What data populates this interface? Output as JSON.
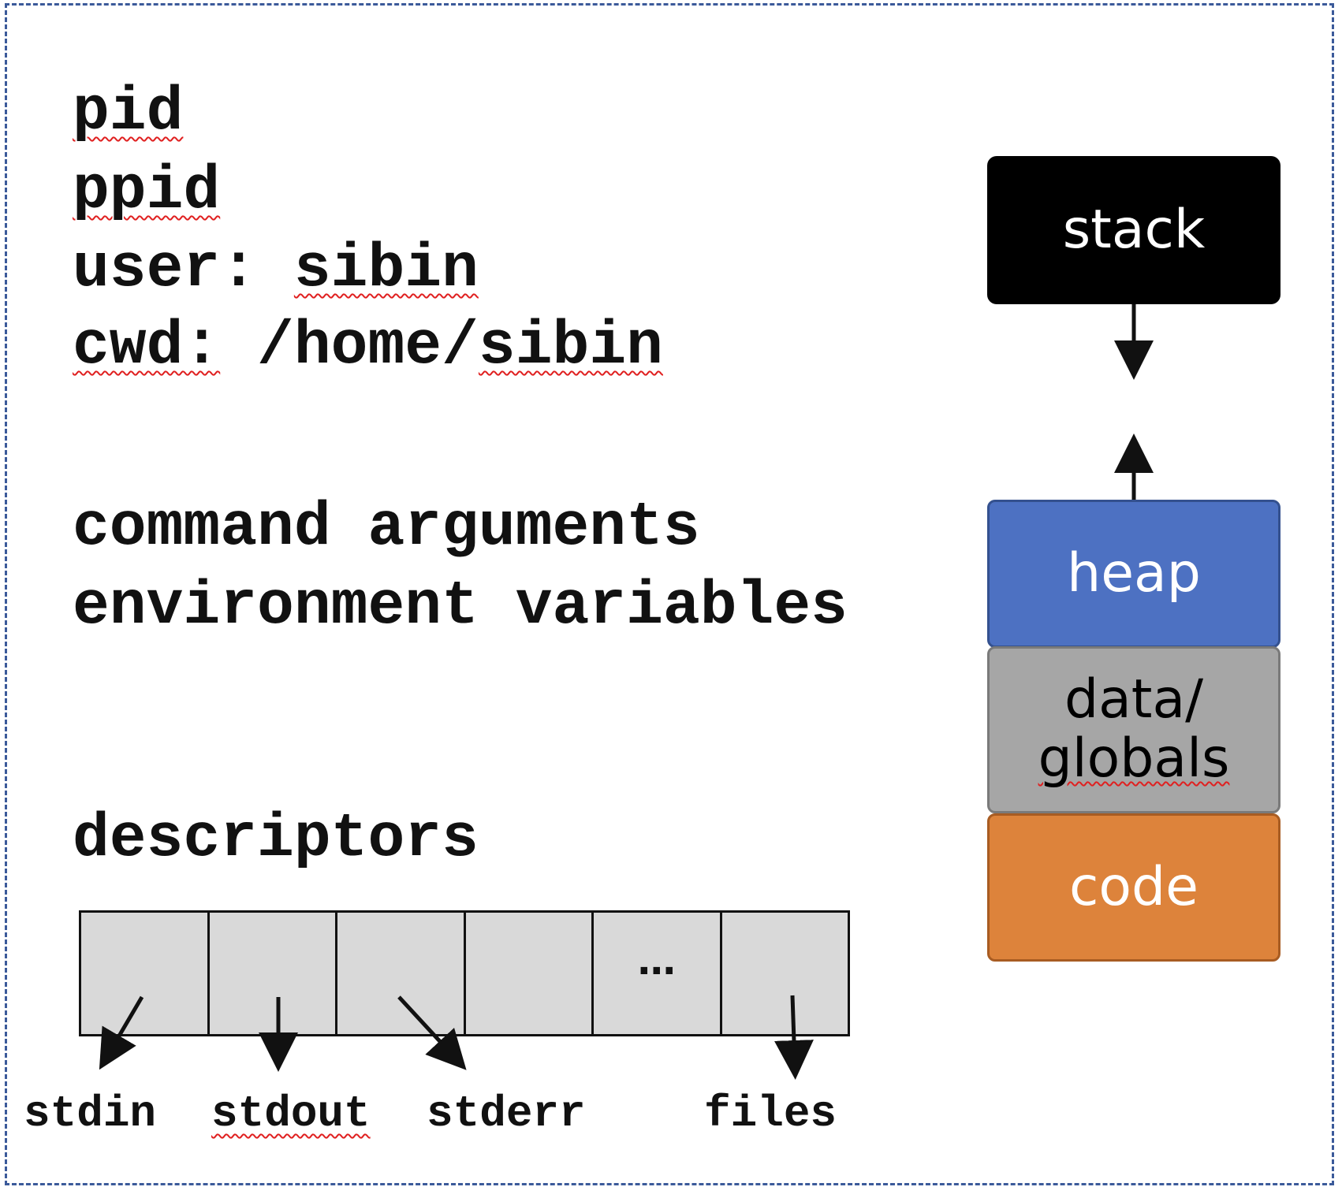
{
  "process_info": {
    "pid_label": "pid",
    "ppid_label": "ppid",
    "user_label": "user:",
    "user_value": "sibin",
    "cwd_label": "cwd:",
    "cwd_value_prefix": "/home/",
    "cwd_value_name": "sibin"
  },
  "context": {
    "command_arguments": "command arguments",
    "environment_variables": "environment variables"
  },
  "descriptors": {
    "title": "descriptors",
    "cells": [
      "",
      "",
      "",
      "",
      "…",
      ""
    ],
    "targets": {
      "stdin": "stdin",
      "stdout": "stdout",
      "stderr": "stderr",
      "files": "files"
    }
  },
  "memory": {
    "stack": "stack",
    "heap": "heap",
    "data_line1": "data/",
    "data_line2": "globals",
    "code": "code",
    "colors": {
      "stack": "#000000",
      "heap": "#4d71c2",
      "data": "#a6a6a6",
      "code": "#dd833b"
    }
  },
  "frame_color": "#3b5a9a"
}
